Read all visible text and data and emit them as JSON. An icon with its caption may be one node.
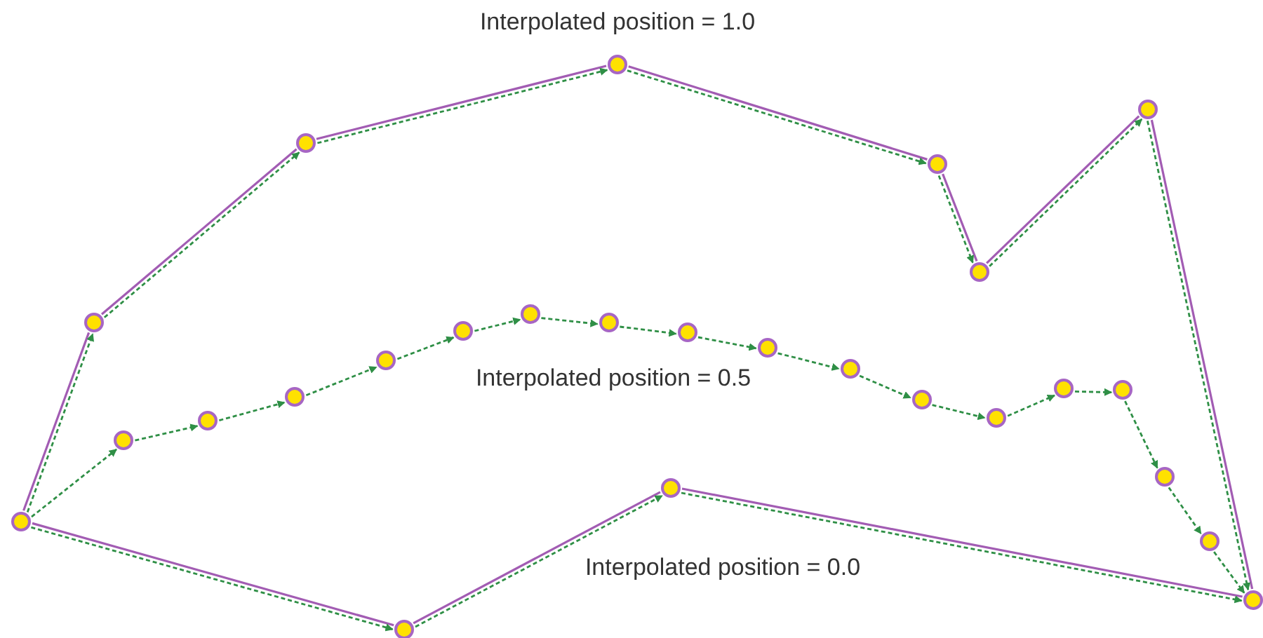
{
  "diagram": {
    "nodes": [
      {
        "text": [],
        "shape": "circle"
      },
      {
        "text": [],
        "shape": "circle"
      },
      {
        "text": [],
        "shape": "circle"
      },
      {
        "text": [],
        "shape": "circle"
      },
      {
        "text": [],
        "shape": "circle"
      },
      {
        "text": [],
        "shape": "circle"
      },
      {
        "text": [],
        "shape": "circle"
      },
      {
        "text": [],
        "shape": "circle"
      },
      {
        "text": [],
        "shape": "circle"
      },
      {
        "text": [],
        "shape": "circle"
      },
      {
        "text": [],
        "shape": "circle"
      },
      {
        "text": [],
        "shape": "circle"
      },
      {
        "text": [],
        "shape": "circle"
      },
      {
        "text": [],
        "shape": "circle"
      },
      {
        "text": [],
        "shape": "circle"
      },
      {
        "text": [],
        "shape": "circle"
      },
      {
        "text": [],
        "shape": "circle"
      },
      {
        "text": [],
        "shape": "circle"
      },
      {
        "text": [],
        "shape": "circle"
      },
      {
        "text": [],
        "shape": "circle"
      },
      {
        "text": [],
        "shape": "circle"
      },
      {
        "text": [],
        "shape": "circle"
      },
      {
        "text": [],
        "shape": "circle"
      },
      {
        "text": [],
        "shape": "circle"
      },
      {
        "text": [],
        "shape": "circle"
      },
      {
        "text": [],
        "shape": "circle"
      }
    ],
    "edges": [
      {
        "from": 0,
        "to": 1,
        "arrow": "none",
        "color": "#a25cb3"
      },
      {
        "from": 0,
        "to": 1,
        "arrow": "to",
        "style": "dashed"
      },
      {
        "from": 1,
        "to": 5,
        "arrow": "none",
        "color": "#a25cb3"
      },
      {
        "from": 1,
        "to": 5,
        "arrow": "to",
        "style": "dashed"
      },
      {
        "from": 5,
        "to": 11,
        "arrow": "none",
        "color": "#a25cb3"
      },
      {
        "from": 5,
        "to": 11,
        "arrow": "to",
        "style": "dashed"
      },
      {
        "from": 11,
        "to": 17,
        "arrow": "none",
        "color": "#a25cb3"
      },
      {
        "from": 11,
        "to": 17,
        "arrow": "to",
        "style": "dashed"
      },
      {
        "from": 17,
        "to": 18,
        "arrow": "none",
        "color": "#a25cb3"
      },
      {
        "from": 17,
        "to": 18,
        "arrow": "to",
        "style": "dashed"
      },
      {
        "from": 18,
        "to": 22,
        "arrow": "none",
        "color": "#a25cb3"
      },
      {
        "from": 18,
        "to": 22,
        "arrow": "to",
        "style": "dashed"
      },
      {
        "from": 22,
        "to": 25,
        "arrow": "none",
        "color": "#a25cb3"
      },
      {
        "from": 22,
        "to": 25,
        "arrow": "to",
        "style": "dashed"
      },
      {
        "from": 0,
        "to": 7,
        "arrow": "none",
        "color": "#a25cb3"
      },
      {
        "from": 0,
        "to": 7,
        "arrow": "to",
        "style": "dashed"
      },
      {
        "from": 7,
        "to": 12,
        "arrow": "none",
        "color": "#a25cb3"
      },
      {
        "from": 7,
        "to": 12,
        "arrow": "to",
        "style": "dashed"
      },
      {
        "from": 12,
        "to": 25,
        "arrow": "none",
        "color": "#a25cb3"
      },
      {
        "from": 12,
        "to": 25,
        "arrow": "to",
        "style": "dashed"
      },
      {
        "from": 0,
        "to": 2,
        "arrow": "to",
        "style": "dashed"
      },
      {
        "from": 2,
        "to": 3,
        "arrow": "to",
        "style": "dashed"
      },
      {
        "from": 3,
        "to": 4,
        "arrow": "to",
        "style": "dashed"
      },
      {
        "from": 4,
        "to": 6,
        "arrow": "to",
        "style": "dashed"
      },
      {
        "from": 6,
        "to": 8,
        "arrow": "to",
        "style": "dashed"
      },
      {
        "from": 8,
        "to": 9,
        "arrow": "to",
        "style": "dashed"
      },
      {
        "from": 9,
        "to": 10,
        "arrow": "to",
        "style": "dashed"
      },
      {
        "from": 10,
        "to": 13,
        "arrow": "to",
        "style": "dashed"
      },
      {
        "from": 13,
        "to": 14,
        "arrow": "to",
        "style": "dashed"
      },
      {
        "from": 14,
        "to": 15,
        "arrow": "to",
        "style": "dashed"
      },
      {
        "from": 15,
        "to": 16,
        "arrow": "to",
        "style": "dashed"
      },
      {
        "from": 16,
        "to": 19,
        "arrow": "to",
        "style": "dashed"
      },
      {
        "from": 19,
        "to": 20,
        "arrow": "to",
        "style": "dashed"
      },
      {
        "from": 20,
        "to": 21,
        "arrow": "to",
        "style": "dashed"
      },
      {
        "from": 21,
        "to": 23,
        "arrow": "to",
        "style": "dashed"
      },
      {
        "from": 23,
        "to": 24,
        "arrow": "to",
        "style": "dashed"
      },
      {
        "from": 24,
        "to": 25,
        "arrow": "to",
        "style": "dashed"
      }
    ],
    "labels": [
      "Interpolated position = 1.0",
      "Interpolated position = 0.5",
      "Interpolated position = 0.0"
    ]
  }
}
